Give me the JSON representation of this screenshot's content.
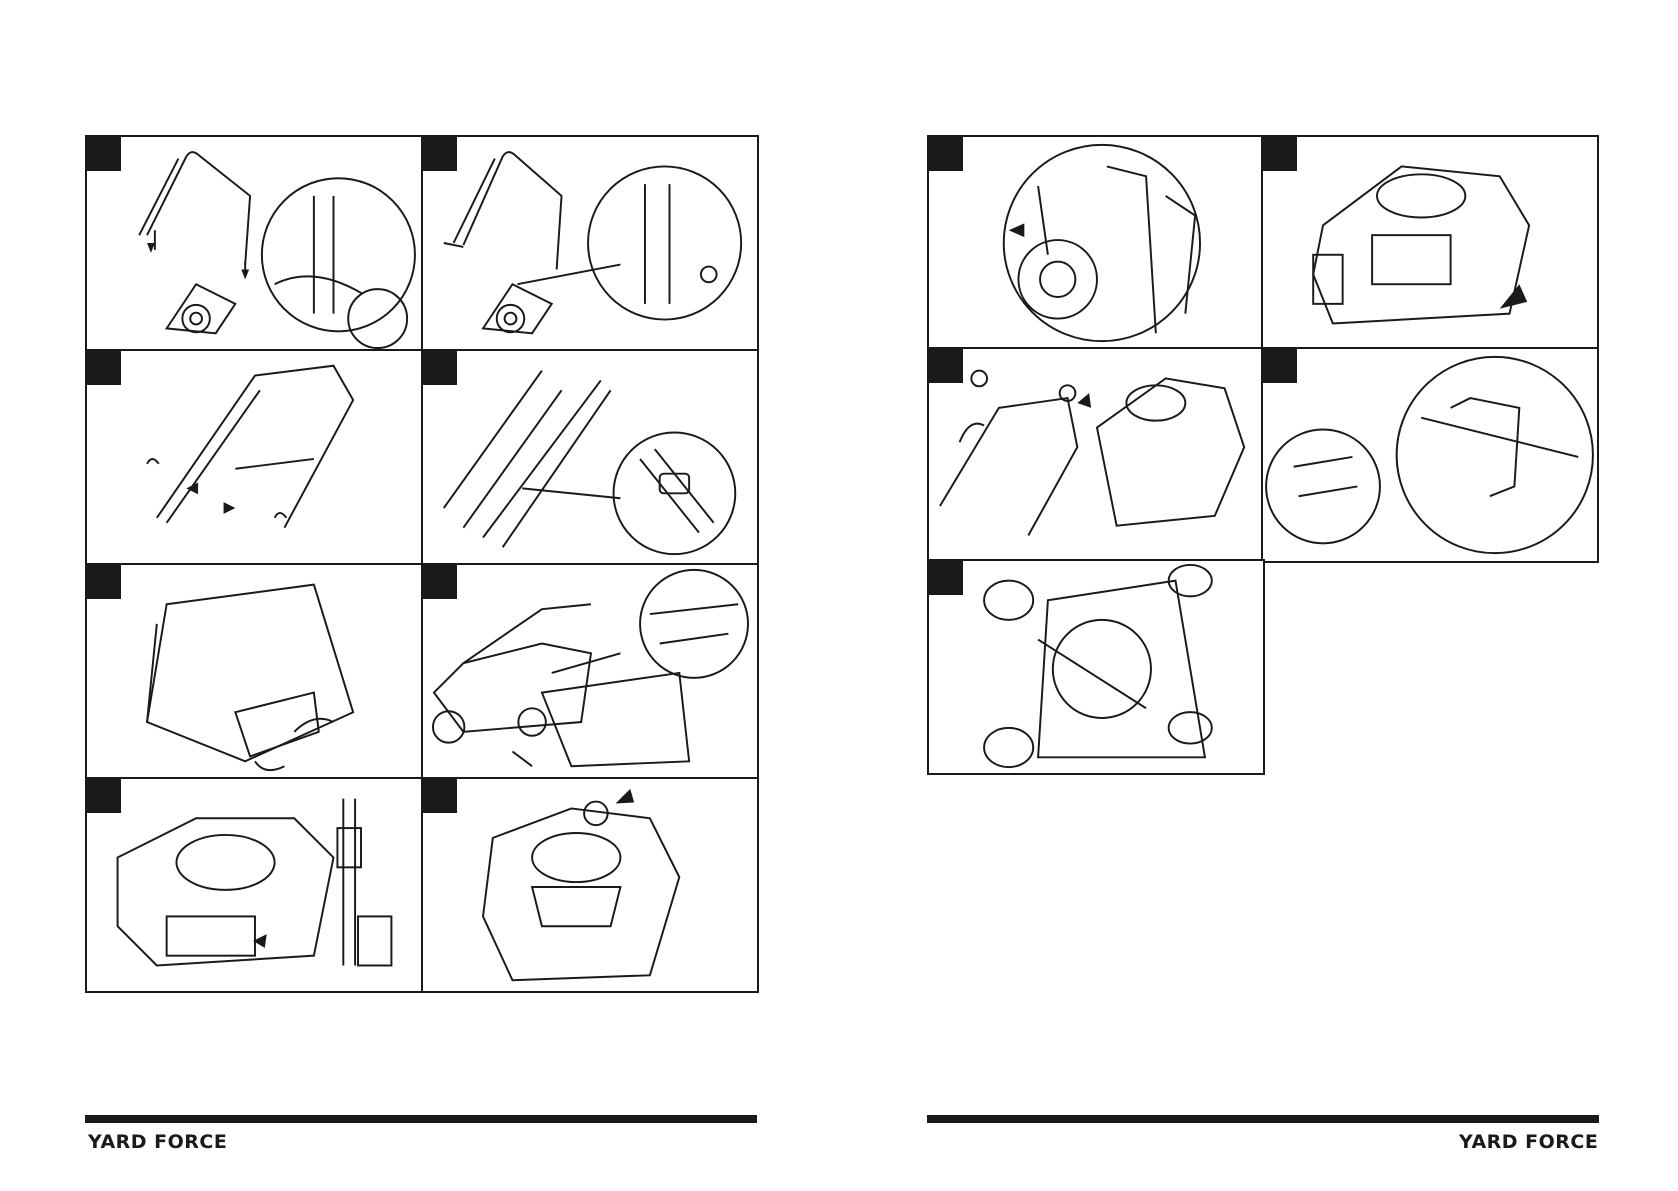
{
  "brand": {
    "name": "YARD FORCE"
  },
  "left_page": {
    "panels": [
      {
        "id": "p1",
        "illustration": "handle-insert"
      },
      {
        "id": "p2",
        "illustration": "handle-screw"
      },
      {
        "id": "p3",
        "illustration": "upper-handle-knobs"
      },
      {
        "id": "p4",
        "illustration": "cable-clip"
      },
      {
        "id": "p5",
        "illustration": "grass-bag-assembly"
      },
      {
        "id": "p6",
        "illustration": "grass-bag-attach"
      },
      {
        "id": "p7",
        "illustration": "engine-oil-dipstick"
      },
      {
        "id": "p8",
        "illustration": "engine-fuel-cap"
      }
    ]
  },
  "right_page": {
    "panels": [
      {
        "id": "p9",
        "illustration": "height-adjust-lever"
      },
      {
        "id": "p10",
        "illustration": "engine-primer"
      },
      {
        "id": "p11",
        "illustration": "starter-pull"
      },
      {
        "id": "p12",
        "illustration": "brake-bar"
      },
      {
        "id": "p13",
        "illustration": "underside-blade"
      }
    ]
  },
  "colors": {
    "ink": "#1a1a1a",
    "paper": "#ffffff"
  }
}
